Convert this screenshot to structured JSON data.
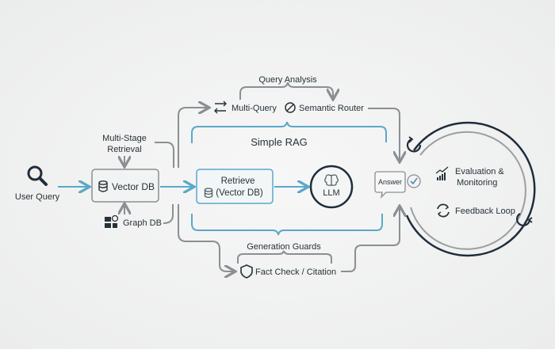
{
  "nodes": {
    "user_query": "User Query",
    "multi_stage_1": "Multi-Stage",
    "multi_stage_2": "Retrieval",
    "vector_db": "Vector DB",
    "graph_db": "Graph DB",
    "query_analysis": "Query Analysis",
    "multi_query": "Multi-Query",
    "semantic_router": "Semantic Router",
    "simple_rag": "Simple RAG",
    "retrieve_1": "Retrieve",
    "retrieve_2": "(Vector DB)",
    "llm": "LLM",
    "answer": "Answer",
    "generation_guards": "Generation Guards",
    "fact_check": "Fact Check / Citation",
    "evaluation_1": "Evaluation &",
    "evaluation_2": "Monitoring",
    "feedback_loop": "Feedback Loop"
  },
  "colors": {
    "accent_blue": "#5aa8c8",
    "gray": "#8a8f93",
    "dark": "#1f2d3a"
  }
}
